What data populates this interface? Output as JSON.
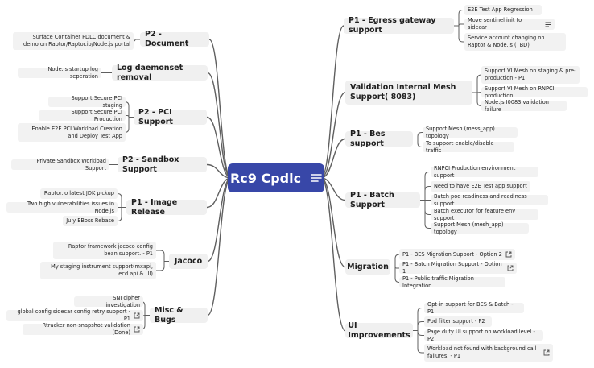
{
  "root": {
    "label": "Rc9 Cpdlc",
    "icon": "notes-icon"
  },
  "left_branches": [
    {
      "id": "p2-document",
      "label": "P2 - Document",
      "children": [
        {
          "label": "Surface Container PDLC document & demo on Raptor/Raptor.io/Node.js portal"
        }
      ]
    },
    {
      "id": "log-daemonset",
      "label": "Log daemonset removal",
      "children": [
        {
          "label": "Node.js startup log seperation"
        }
      ]
    },
    {
      "id": "p2-pci",
      "label": "P2 - PCI Support",
      "children": [
        {
          "label": "Support Secure PCI staging"
        },
        {
          "label": "Support Secure PCI Production"
        },
        {
          "label": "Enable E2E PCI Workload Creation and Deploy Test App"
        }
      ]
    },
    {
      "id": "p2-sandbox",
      "label": "P2 - Sandbox Support",
      "children": [
        {
          "label": "Private Sandbox Workload Support"
        }
      ]
    },
    {
      "id": "p1-image",
      "label": "P1 - Image Release",
      "children": [
        {
          "label": "Raptor.io latest JDK pickup"
        },
        {
          "label": "Two high vulnerabilities issues in Node.js"
        },
        {
          "label": "July EBoss Rebase"
        }
      ]
    },
    {
      "id": "jacoco",
      "label": "Jacoco",
      "children": [
        {
          "label": "Raptor framework jacoco config bean support. - P1"
        },
        {
          "label": "My staging instrument support(mxapi, ecd api & UI)"
        }
      ]
    },
    {
      "id": "misc-bugs",
      "label": "Misc & Bugs",
      "children": [
        {
          "label": "SNI cipher investigation"
        },
        {
          "label": "global config sidecar config retry support - P1",
          "icon": "external-link-icon"
        },
        {
          "label": "Rtracker non-snapshot validation (Done)",
          "icon": "external-link-icon"
        }
      ]
    }
  ],
  "right_branches": [
    {
      "id": "p1-egress",
      "label": "P1 - Egress gateway support",
      "children": [
        {
          "label": "E2E Test App Regression"
        },
        {
          "label": "Move sentinel init to sidecar",
          "icon": "notes-icon"
        },
        {
          "label": "Service account changing on Raptor & Node.js (TBD)"
        }
      ]
    },
    {
      "id": "validation-mesh",
      "label": "Validation Internal Mesh Support( 8083)",
      "children": [
        {
          "label": "Support VI Mesh on staging & pre-production - P1"
        },
        {
          "label": "Support VI Mesh on RNPCI production"
        },
        {
          "label": "Node.js I0083 validation failure"
        }
      ]
    },
    {
      "id": "p1-bes",
      "label": "P1 - Bes support",
      "children": [
        {
          "label": "Support Mesh (mess_app) topology"
        },
        {
          "label": "To support enable/disable traffic"
        }
      ]
    },
    {
      "id": "p1-batch",
      "label": "P1 - Batch Support",
      "children": [
        {
          "label": "RNPCI Production environment support"
        },
        {
          "label": "Need to have E2E Test app support"
        },
        {
          "label": "Batch pod readiness and readiness support"
        },
        {
          "label": "Batch executor for feature env support"
        },
        {
          "label": "Support Mesh (mesh_app) topology"
        }
      ]
    },
    {
      "id": "migration",
      "label": "Migration",
      "children": [
        {
          "label": "P1 - BES Migration Support - Option 2",
          "icon": "external-link-icon"
        },
        {
          "label": "P1 - Batch Migration Support - Option 1",
          "icon": "external-link-icon"
        },
        {
          "label": "P1 - Public traffic Migration Integration"
        }
      ]
    },
    {
      "id": "ui-improvements",
      "label": "UI Improvements",
      "children": [
        {
          "label": "Opt-in support for BES & Batch - P1"
        },
        {
          "label": "Pod filter support - P2"
        },
        {
          "label": "Page duty UI support on workload level - P2"
        },
        {
          "label": "Workload not found with background call failures. - P1",
          "icon": "external-link-icon"
        }
      ]
    }
  ],
  "colors": {
    "central": "#3847a8",
    "node_bg": "#f0f0f0",
    "line": "#5f5f5f",
    "text": "#1f1f1f"
  }
}
